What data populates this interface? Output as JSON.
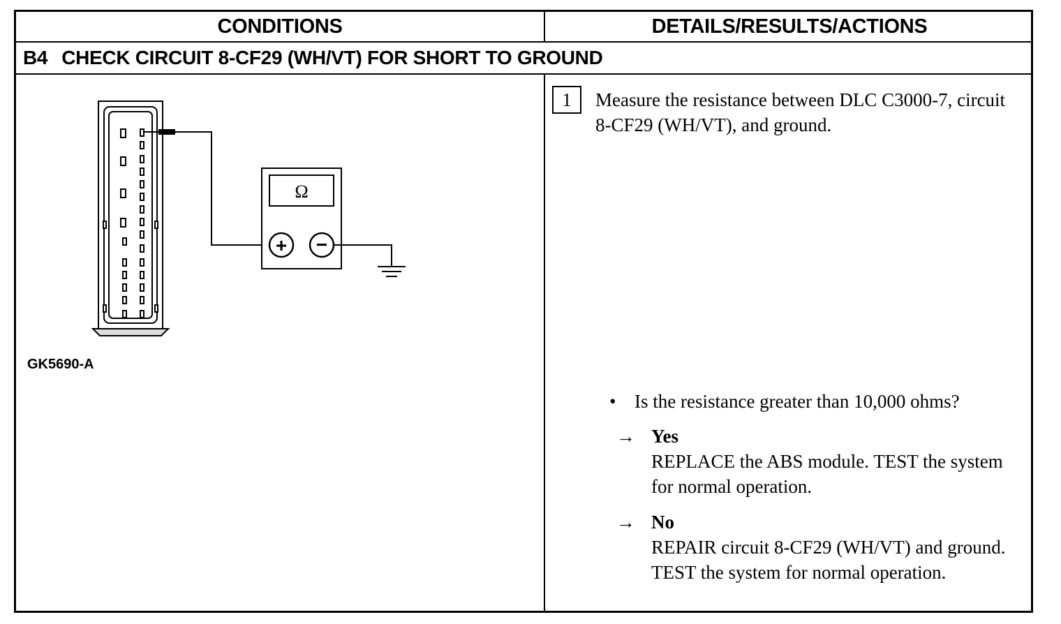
{
  "table": {
    "col_conditions": "CONDITIONS",
    "col_details": "DETAILS/RESULTS/ACTIONS"
  },
  "test": {
    "step_code": "B4",
    "title": "CHECK CIRCUIT 8-CF29 (WH/VT) FOR SHORT TO GROUND"
  },
  "diagram": {
    "figure_id": "GK5690-A",
    "meter_symbol": "Ω",
    "plus_symbol": "+",
    "minus_symbol": "−"
  },
  "details": {
    "step_number": "1",
    "instruction": "Measure the resistance between DLC C3000-7, circuit 8-CF29 (WH/VT), and ground.",
    "question": "Is the resistance greater than 10,000 ohms?",
    "bullet": "•",
    "answers": [
      {
        "arrow": "→",
        "label": "Yes",
        "action": "REPLACE the ABS module. TEST the system for normal operation."
      },
      {
        "arrow": "→",
        "label": "No",
        "action": "REPAIR circuit 8-CF29 (WH/VT) and ground. TEST the system for normal operation."
      }
    ]
  }
}
